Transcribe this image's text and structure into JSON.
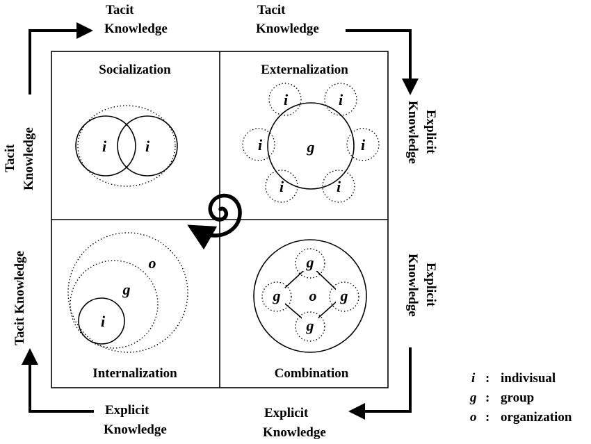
{
  "labels": {
    "top_left": "Tacit Knowledge",
    "top_right": "Tacit Knowledge",
    "right_top": "Explicit Knowledge",
    "right_bottom": "Explicit Knowledge",
    "bottom_right": "Explicit Knowledge",
    "bottom_left": "Explicit Knowledge",
    "left_top": "Tacit Knowledge",
    "left_bottom": "Tacit Knowledge"
  },
  "quadrants": {
    "socialization": "Socialization",
    "externalization": "Externalization",
    "internalization": "Internalization",
    "combination": "Combination"
  },
  "symbols": {
    "individual": "i",
    "group": "g",
    "organization": "o"
  },
  "legend": [
    {
      "symbol": "i",
      "sep": ":",
      "text": "indivisual"
    },
    {
      "symbol": "g",
      "sep": ":",
      "text": "group"
    },
    {
      "symbol": "o",
      "sep": ":",
      "text": "organization"
    }
  ]
}
